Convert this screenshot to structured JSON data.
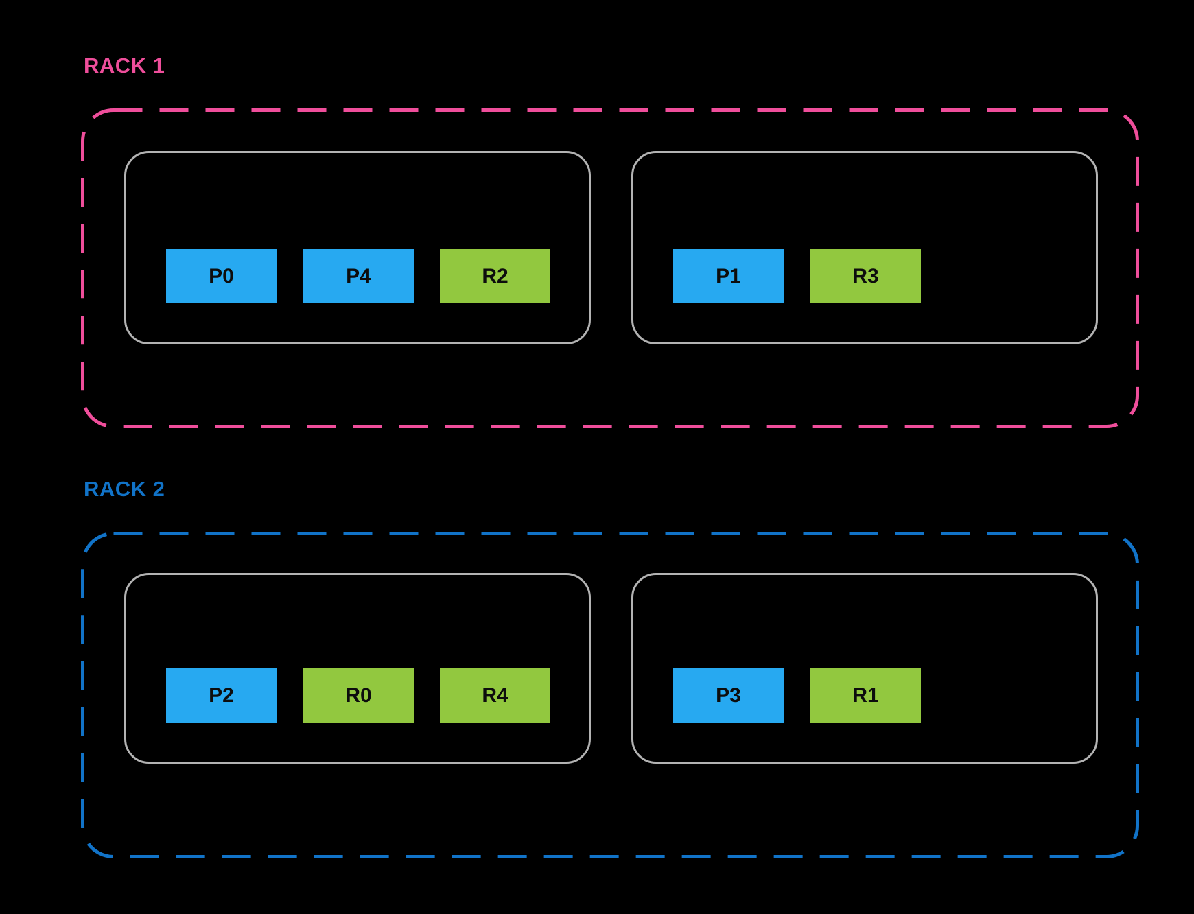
{
  "diagram": {
    "racks": [
      {
        "label": "RACK 1",
        "accent_color": "#EF4E9B",
        "hosts": [
          {
            "workers": [
              {
                "label": "P0",
                "color": "blue"
              },
              {
                "label": "P4",
                "color": "blue"
              },
              {
                "label": "R2",
                "color": "green"
              }
            ]
          },
          {
            "workers": [
              {
                "label": "P1",
                "color": "blue"
              },
              {
                "label": "R3",
                "color": "green"
              }
            ]
          }
        ]
      },
      {
        "label": "RACK 2",
        "accent_color": "#1173C8",
        "hosts": [
          {
            "workers": [
              {
                "label": "P2",
                "color": "blue"
              },
              {
                "label": "R0",
                "color": "green"
              },
              {
                "label": "R4",
                "color": "green"
              }
            ]
          },
          {
            "workers": [
              {
                "label": "P3",
                "color": "blue"
              },
              {
                "label": "R1",
                "color": "green"
              }
            ]
          }
        ]
      }
    ]
  },
  "colors": {
    "background": "#000000",
    "rack1_accent": "#EF4E9B",
    "rack2_accent": "#1173C8",
    "host_border": "#B3B3B3",
    "chip_blue": "#27A9F1",
    "chip_green": "#92C83F",
    "chip_text": "#0D0D0D"
  }
}
